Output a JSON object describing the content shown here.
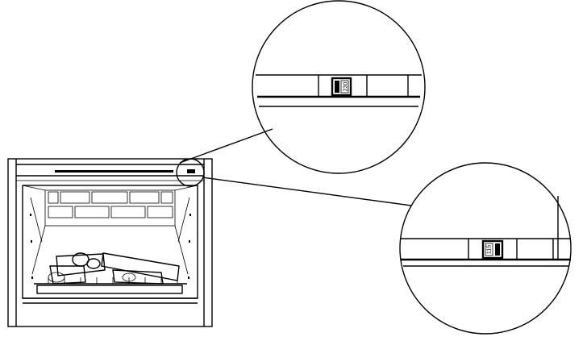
{
  "figure": {
    "callouts": [
      {
        "id": "switch-230",
        "voltage_label": "230"
      },
      {
        "id": "switch-115",
        "voltage_label": "115"
      }
    ]
  }
}
